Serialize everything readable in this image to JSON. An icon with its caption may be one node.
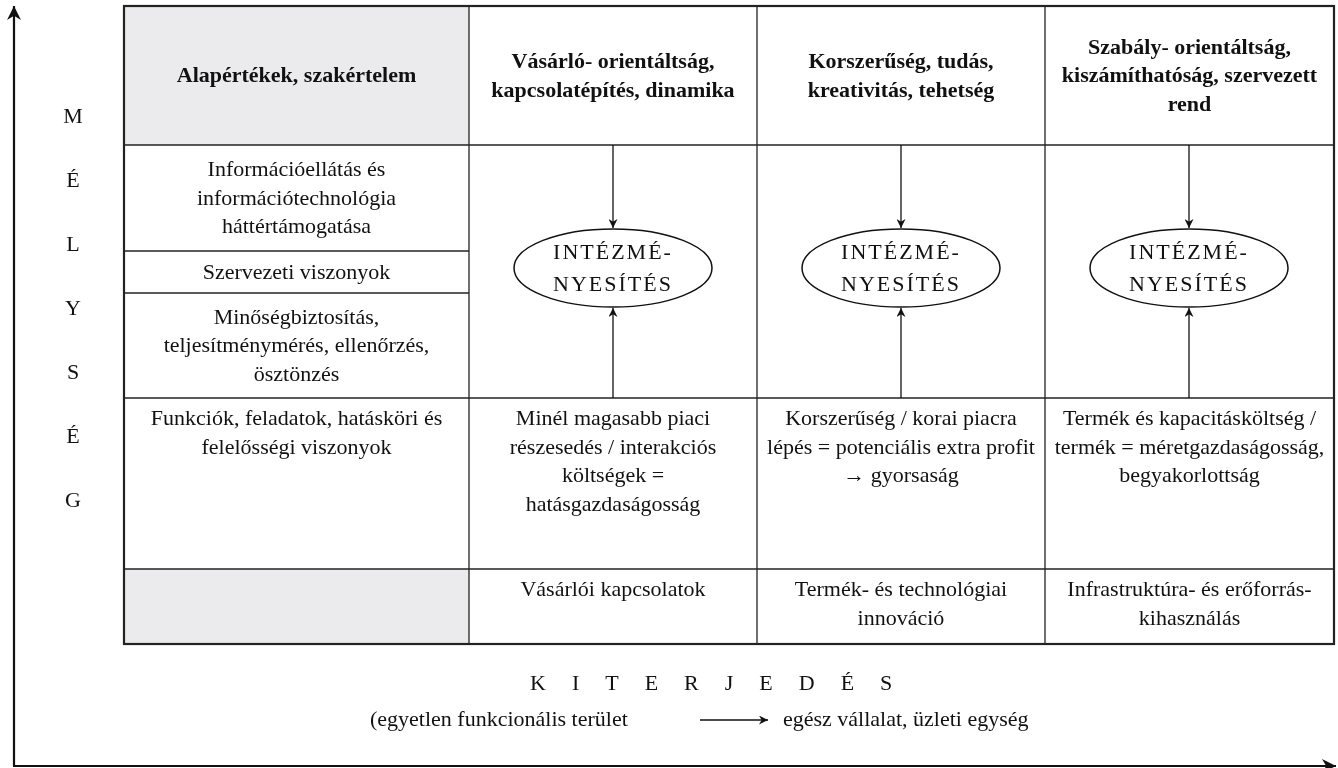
{
  "diagram": {
    "nodes": [
      {
        "text": [
          "Alapértékek, szakértelem"
        ]
      },
      {
        "text": [
          "Vásárló- orientáltság, kapcsolatépítés, dinamika"
        ]
      },
      {
        "text": [
          "Korszerűség, tudás, kreativitás, tehetség"
        ]
      },
      {
        "text": [
          "Szabály- orientáltság, kiszámíthatóság, szervezett rend"
        ]
      },
      {
        "text": [
          "Információellátás és információtechnológia háttértámogatása"
        ]
      },
      {
        "text": [
          "Szervezeti viszonyok"
        ]
      },
      {
        "text": [
          "Minőségbiztosítás, teljesítménymérés, ellenőrzés, ösztönzés"
        ]
      },
      {
        "text": [
          "INTÉZMÉ- NYESÍTÉS"
        ]
      },
      {
        "text": [
          "INTÉZMÉ- NYESÍTÉS"
        ]
      },
      {
        "text": [
          "INTÉZMÉ- NYESÍTÉS"
        ]
      },
      {
        "text": [
          "Funkciók, feladatok, hatásköri és felelősségi viszonyok"
        ]
      },
      {
        "text": [
          "Minél magasabb piaci részesedés / interakciós költségek = hatásgazdaságosság"
        ]
      },
      {
        "text": [
          "Korszerűség / korai piacra lépés = potenciális extra profit → gyorsaság"
        ]
      },
      {
        "text": [
          "Termék és kapacitásköltség / termék = méretgazdaságosság, begyakorlottság"
        ]
      },
      {
        "text": [
          "Vásárlói kapcsolatok"
        ]
      },
      {
        "text": [
          "Termék- és technológiai innováció"
        ]
      },
      {
        "text": [
          "Infrastruktúra- és erőforrás-kihasználás"
        ]
      }
    ],
    "edges": [
      {
        "from": 1,
        "to": 7,
        "arrow": "to"
      },
      {
        "from": 11,
        "to": 7,
        "arrow": "to"
      },
      {
        "from": 2,
        "to": 8,
        "arrow": "to"
      },
      {
        "from": 12,
        "to": 8,
        "arrow": "to"
      },
      {
        "from": 3,
        "to": 9,
        "arrow": "to"
      },
      {
        "from": 13,
        "to": 9,
        "arrow": "to"
      }
    ],
    "labels": [
      "MÉLYSÉG",
      "KITERJEDÉS",
      "(egyetlen funkcionális terület",
      "egész vállalat, üzleti egység"
    ]
  }
}
